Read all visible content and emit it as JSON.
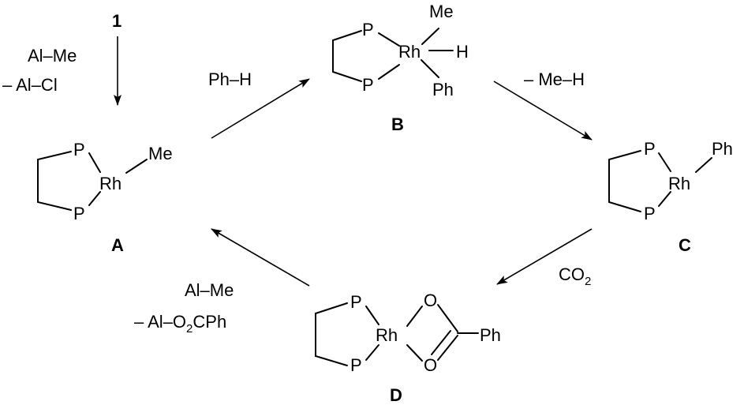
{
  "diagram": {
    "start_compound": "1",
    "step_init": {
      "line1": "Al–Me",
      "line2": "– Al–Cl"
    },
    "step_A_to_B": {
      "reagent": "Ph–H"
    },
    "step_B_to_C": {
      "byproduct": "– Me–H"
    },
    "step_C_to_D": {
      "reagent_main": "CO",
      "reagent_sub": "2"
    },
    "step_D_to_A": {
      "line1": "Al–Me",
      "line2_pre": "– Al–O",
      "line2_sub": "2",
      "line2_post": "CPh"
    },
    "compounds": {
      "A": {
        "label": "A",
        "metal": "Rh",
        "ligand_atom_top": "P",
        "ligand_atom_bottom": "P",
        "substituent": "Me"
      },
      "B": {
        "label": "B",
        "metal": "Rh",
        "ligand_atom_top": "P",
        "ligand_atom_bottom": "P",
        "sub_top": "Me",
        "sub_right": "H",
        "sub_bottom": "Ph"
      },
      "C": {
        "label": "C",
        "metal": "Rh",
        "ligand_atom_top": "P",
        "ligand_atom_bottom": "P",
        "substituent": "Ph"
      },
      "D": {
        "label": "D",
        "metal": "Rh",
        "ligand_atom_top": "P",
        "ligand_atom_bottom": "P",
        "oxygen_top": "O",
        "oxygen_bottom": "O",
        "substituent": "Ph"
      }
    }
  }
}
